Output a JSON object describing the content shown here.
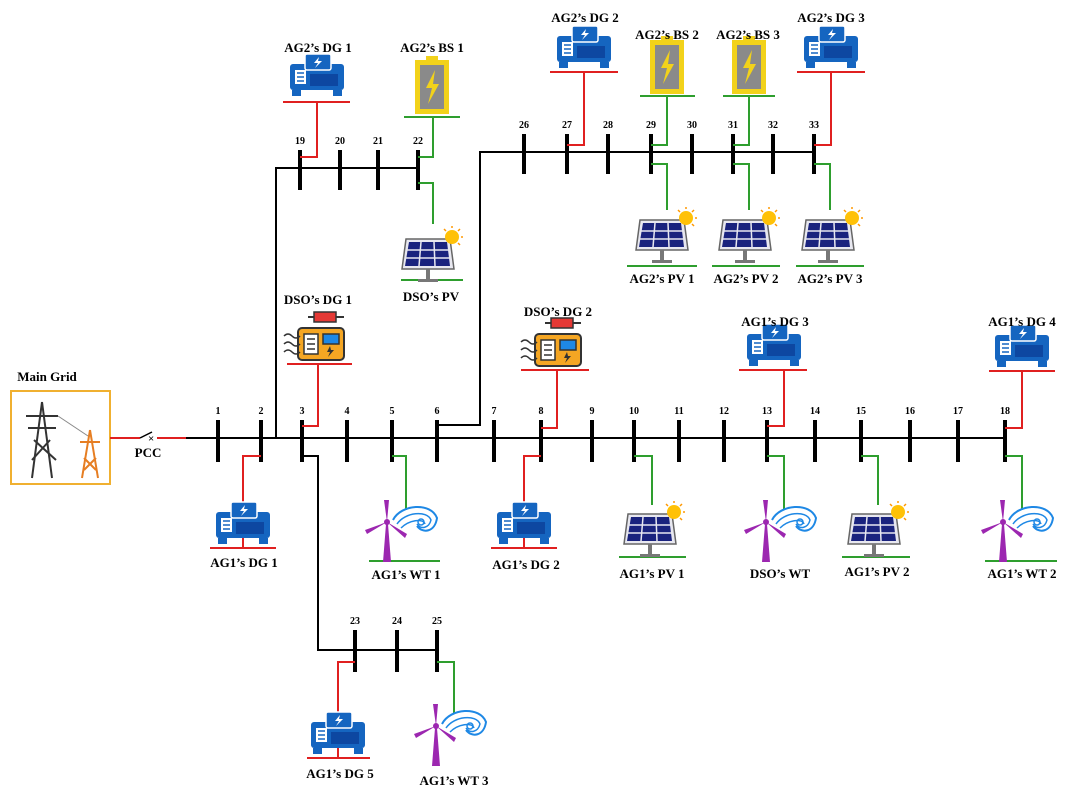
{
  "labels": {
    "main_grid": "Main Grid",
    "pcc": "PCC",
    "ag2_dg1": "AG2’s DG 1",
    "ag2_bs1": "AG2’s BS 1",
    "ag2_dg2": "AG2’s DG 2",
    "ag2_bs2": "AG2’s BS 2",
    "ag2_bs3": "AG2’s BS 3",
    "ag2_dg3": "AG2’s DG 3",
    "ag2_pv1": "AG2’s PV 1",
    "ag2_pv2": "AG2’s PV 2",
    "ag2_pv3": "AG2’s PV 3",
    "dso_pv": "DSO’s PV",
    "dso_dg1": "DSO’s DG 1",
    "dso_dg2": "DSO’s DG 2",
    "dso_wt": "DSO’s WT",
    "ag1_dg1": "AG1’s DG 1",
    "ag1_dg2": "AG1’s DG 2",
    "ag1_dg3": "AG1’s DG 3",
    "ag1_dg4": "AG1’s DG 4",
    "ag1_dg5": "AG1’s DG 5",
    "ag1_wt1": "AG1’s WT 1",
    "ag1_wt2": "AG1’s WT 2",
    "ag1_wt3": "AG1’s WT 3",
    "ag1_pv1": "AG1’s PV 1",
    "ag1_pv2": "AG1’s PV 2"
  },
  "buses": [
    "1",
    "2",
    "3",
    "4",
    "5",
    "6",
    "7",
    "8",
    "9",
    "10",
    "11",
    "12",
    "13",
    "14",
    "15",
    "16",
    "17",
    "18",
    "19",
    "20",
    "21",
    "22",
    "23",
    "24",
    "25",
    "26",
    "27",
    "28",
    "29",
    "30",
    "31",
    "32",
    "33"
  ],
  "colors": {
    "line": "#000000",
    "dg_link": "#e02020",
    "renewable_link": "#2e9e2e",
    "dg_body": "#1565c0",
    "dso_dg_body": "#f5a623",
    "battery": "#f2d21a",
    "pv_panel": "#1a237e",
    "turbine": "#9c27b0",
    "wave": "#1e88e5",
    "grid_border": "#f0b030"
  },
  "icons": {
    "dg": "diesel-generator-icon",
    "dso_dg": "portable-generator-icon",
    "battery": "battery-storage-icon",
    "pv": "solar-panel-icon",
    "wt": "wind-turbine-icon",
    "grid": "transmission-tower-icon"
  }
}
